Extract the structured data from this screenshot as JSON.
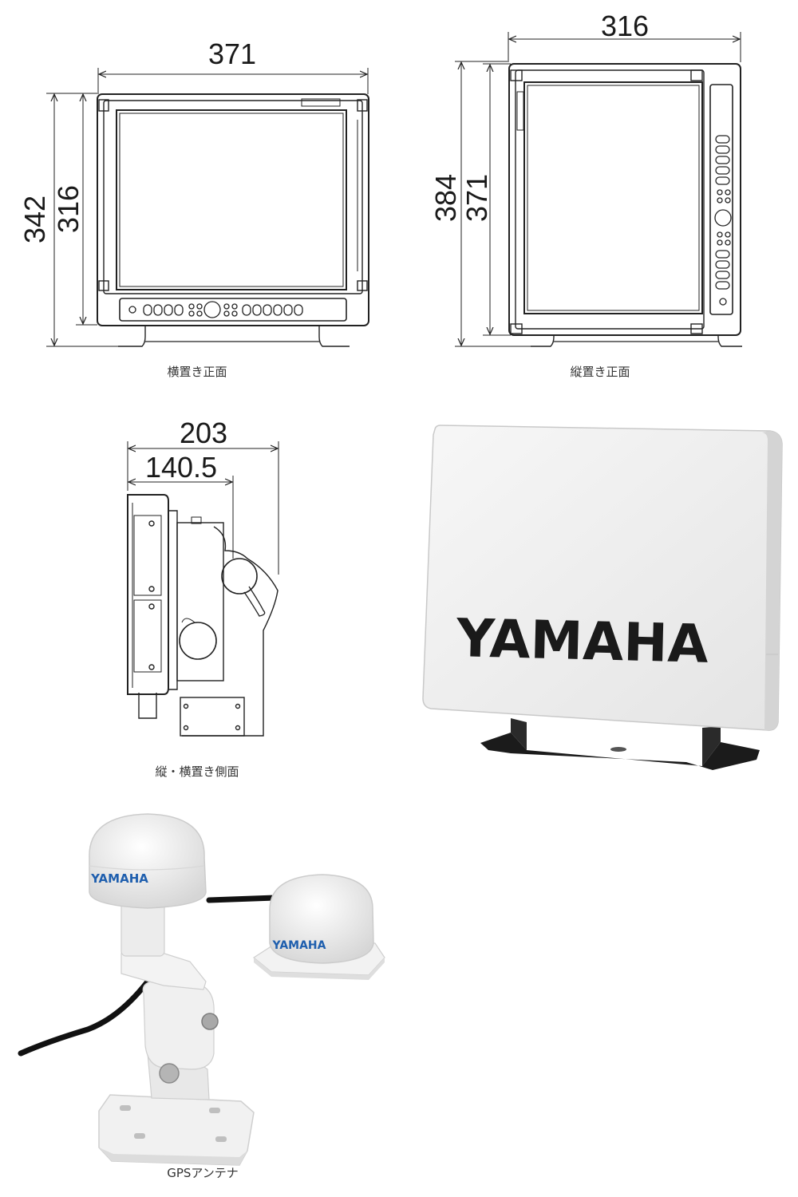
{
  "landscape_front": {
    "caption": "横置き正面",
    "width": "371",
    "height_outer": "342",
    "height_inner": "316"
  },
  "portrait_front": {
    "caption": "縦置き正面",
    "width": "316",
    "height_outer": "384",
    "height_inner": "371"
  },
  "side_view": {
    "caption": "縦・横置き側面",
    "depth_outer": "203",
    "depth_inner": "140.5"
  },
  "radar_cover": {
    "brand": "YAMAHA"
  },
  "gps_antenna": {
    "caption": "GPSアンテナ",
    "brand_pole": "YAMAHA",
    "brand_flat": "YAMAHA"
  },
  "colors": {
    "line": "#222222",
    "antenna_white": "#eeeeee",
    "brand_blue": "#1f5fae",
    "mount_black": "#1b1b1b"
  }
}
